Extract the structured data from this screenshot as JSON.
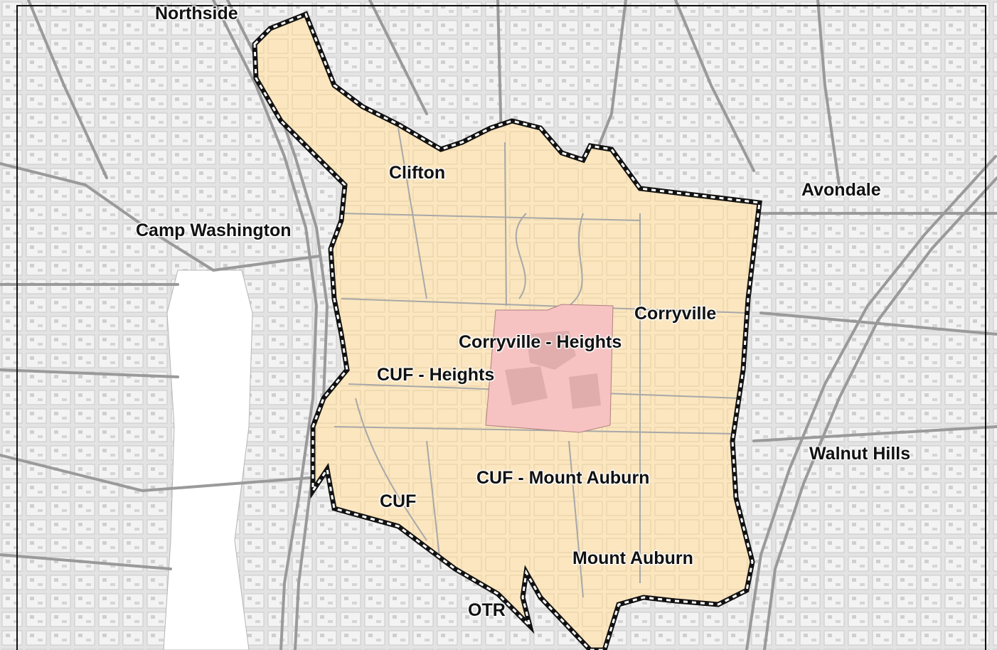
{
  "map": {
    "colors": {
      "background": "#e3e3e3",
      "study_area_fill": "#fbe6bf",
      "core_area_fill": "#f6c2c2",
      "street": "#9a9a9a",
      "street_minor": "#bcbcbc",
      "block": "#ffffff",
      "boundary_dash": "#111111"
    },
    "labels": {
      "northside": "Northside",
      "clifton": "Clifton",
      "avondale": "Avondale",
      "camp_washington": "Camp Washington",
      "corryville": "Corryville",
      "corryville_heights": "Corryville - Heights",
      "cuf_heights": "CUF - Heights",
      "walnut_hills": "Walnut Hills",
      "cuf_mount_auburn": "CUF - Mount Auburn",
      "cuf": "CUF",
      "mount_auburn": "Mount Auburn",
      "otr": "OTR"
    }
  }
}
